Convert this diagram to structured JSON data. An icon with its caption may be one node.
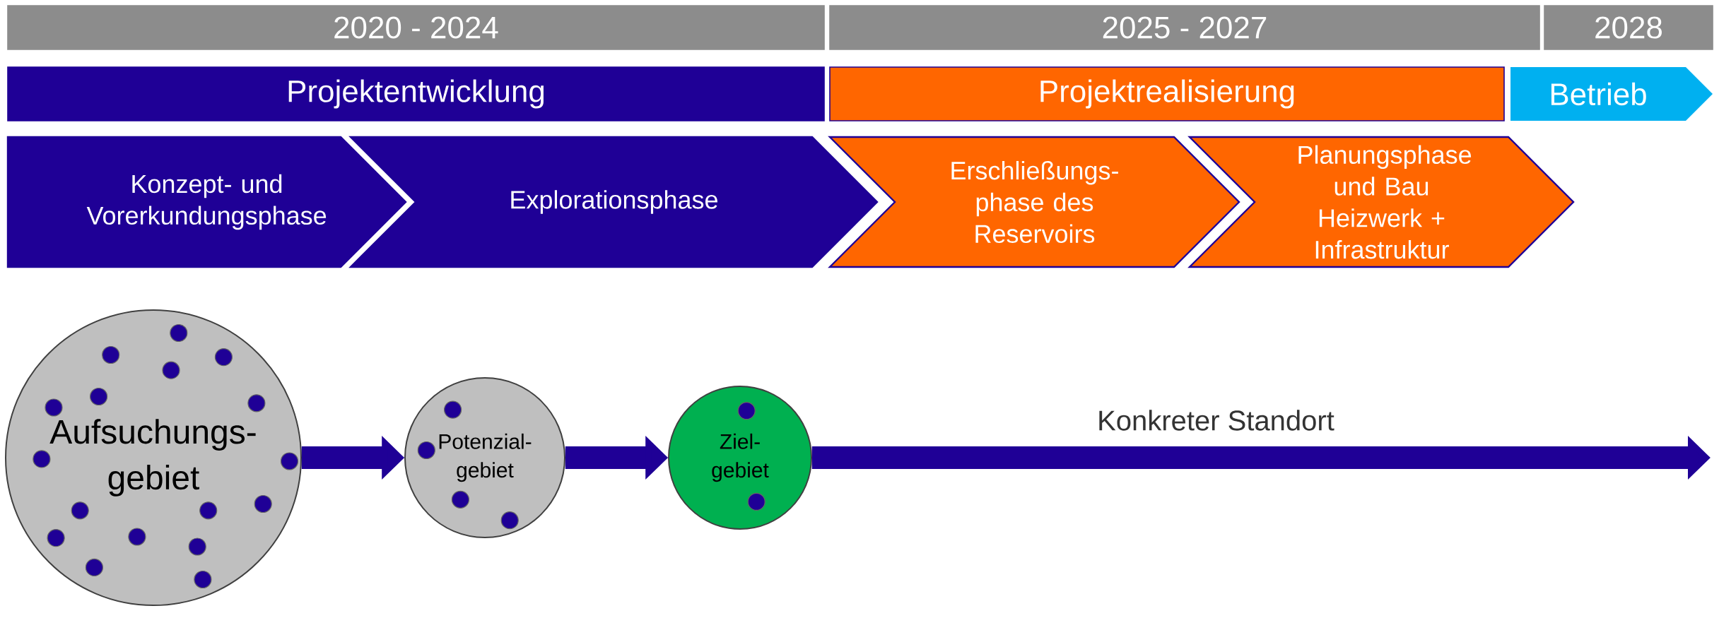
{
  "diagram": {
    "nodes": [
      {
        "text": [
          "2020 - 2024"
        ]
      },
      {
        "text": [
          "2025 - 2027"
        ]
      },
      {
        "text": [
          "2028"
        ]
      },
      {
        "text": [
          "Projektentwicklung"
        ]
      },
      {
        "text": [
          "Projektrealisierung"
        ]
      },
      {
        "text": [
          "Betrieb"
        ]
      },
      {
        "text": [
          "Konzept- und Vorerkundungsphase"
        ]
      },
      {
        "text": [
          "Explorationsphase"
        ]
      },
      {
        "text": [
          "Erschließungs- phase des Reservoirs"
        ]
      },
      {
        "text": [
          "Planungsphase und Bau Heizwerk + Infrastruktur"
        ]
      },
      {
        "text": [
          "Aufsuchungs- gebiet"
        ]
      },
      {
        "text": [
          "Potenzial- gebiet"
        ]
      },
      {
        "text": [
          "Ziel- gebiet"
        ]
      }
    ],
    "edges": [
      {
        "from": 10,
        "to": 11,
        "arrow": "to"
      },
      {
        "from": 11,
        "to": 12,
        "arrow": "to"
      },
      {
        "from": 12,
        "to": null,
        "arrow": "to",
        "label": "Konkreter Standort"
      }
    ]
  }
}
